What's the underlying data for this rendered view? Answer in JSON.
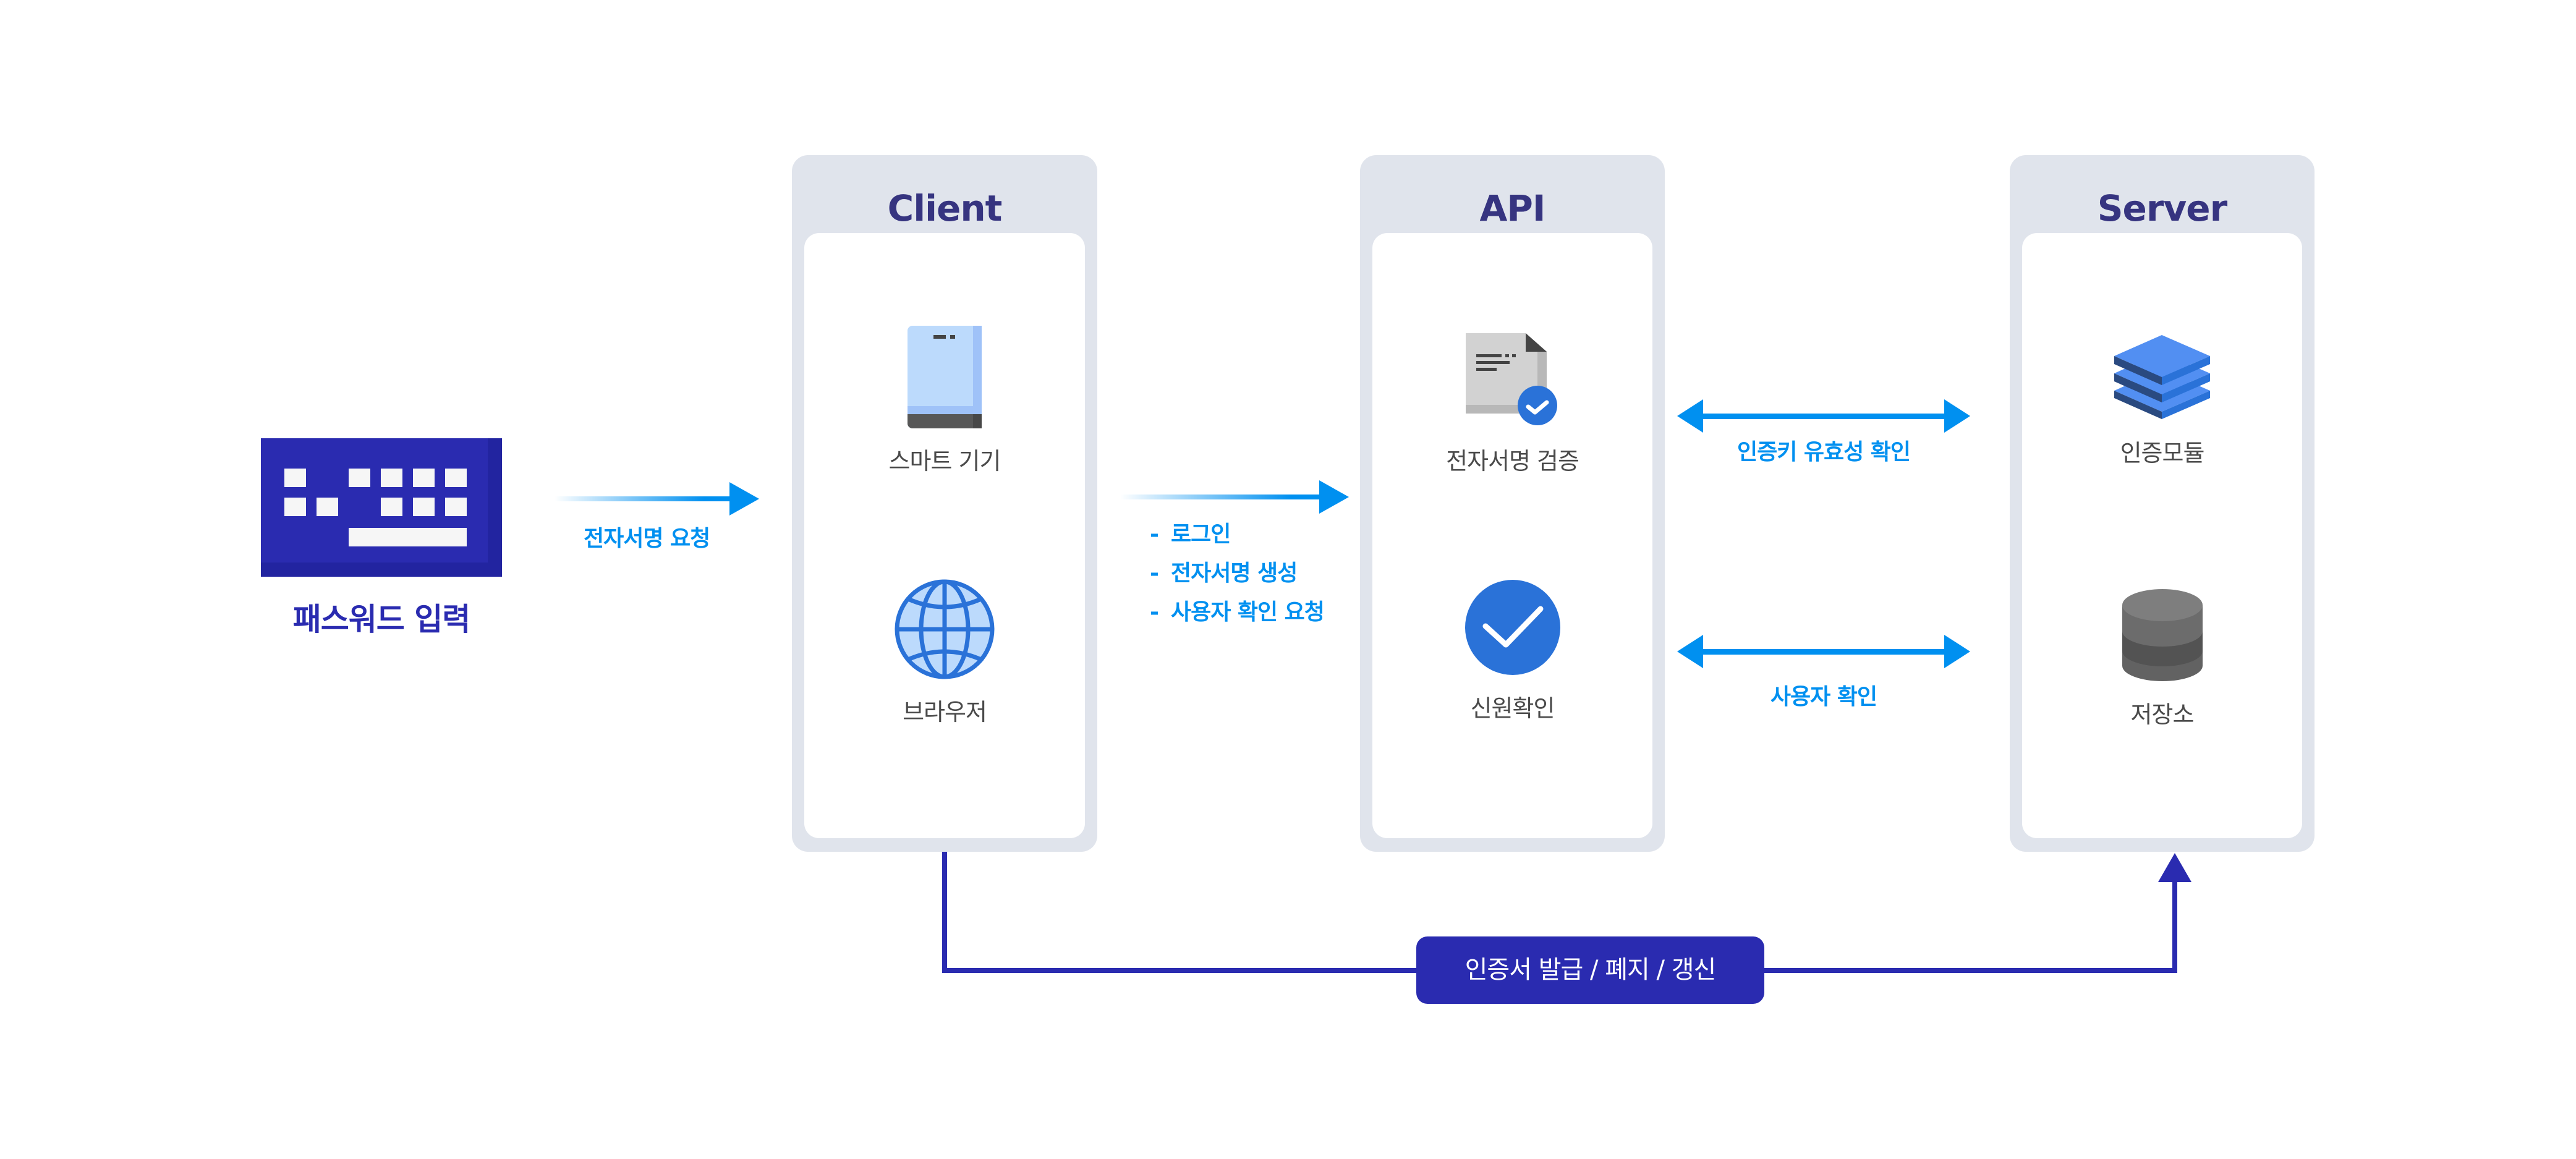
{
  "colors": {
    "navy": "#2a2bb0",
    "flow_blue": "#0090f0",
    "panel_bg": "#e0e4ec",
    "panel_title": "#363480",
    "icon_blue": "#2a72d8",
    "icon_light_blue": "#bcdafc",
    "text_gray": "#4a4a4a"
  },
  "input": {
    "icon": "keyboard-icon",
    "label": "패스워드 입력"
  },
  "flows": {
    "signature_request": "전자서명 요청",
    "client_to_api_steps": [
      "로그인",
      "전자서명 생성",
      "사용자 확인 요청"
    ],
    "step_dash": "-",
    "api_server_top": "인증키 유효성 확인",
    "api_server_bottom": "사용자 확인",
    "certificate": "인증서 발급 / 폐지 / 갱신"
  },
  "panels": {
    "client": {
      "title": "Client",
      "items": [
        {
          "icon": "smartphone-icon",
          "label": "스마트 기기"
        },
        {
          "icon": "globe-icon",
          "label": "브라우저"
        }
      ]
    },
    "api": {
      "title": "API",
      "items": [
        {
          "icon": "document-check-icon",
          "label": "전자서명 검증"
        },
        {
          "icon": "check-circle-icon",
          "label": "신원확인"
        }
      ]
    },
    "server": {
      "title": "Server",
      "items": [
        {
          "icon": "layers-icon",
          "label": "인증모듈"
        },
        {
          "icon": "database-icon",
          "label": "저장소"
        }
      ]
    }
  }
}
